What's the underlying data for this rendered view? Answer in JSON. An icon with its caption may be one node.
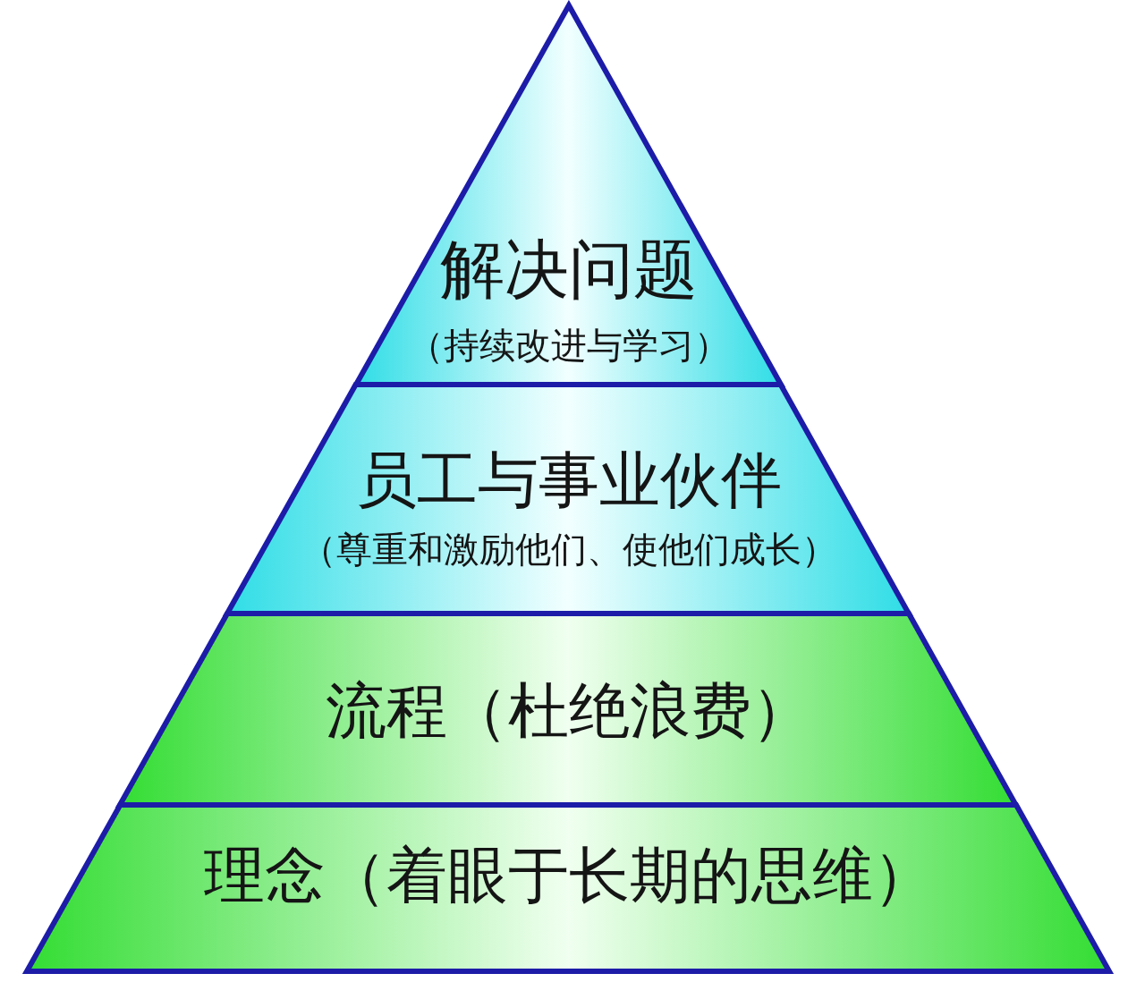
{
  "diagram": {
    "nodes": [
      {
        "text": [
          "解决问题",
          "（持续改进与学习）"
        ]
      },
      {
        "text": [
          "员工与事业伙伴",
          "（尊重和激励他们、使他们成长）"
        ]
      },
      {
        "text": [
          "流程（杜绝浪费）"
        ]
      },
      {
        "text": [
          "理念（着眼于长期的思维）"
        ]
      }
    ]
  }
}
